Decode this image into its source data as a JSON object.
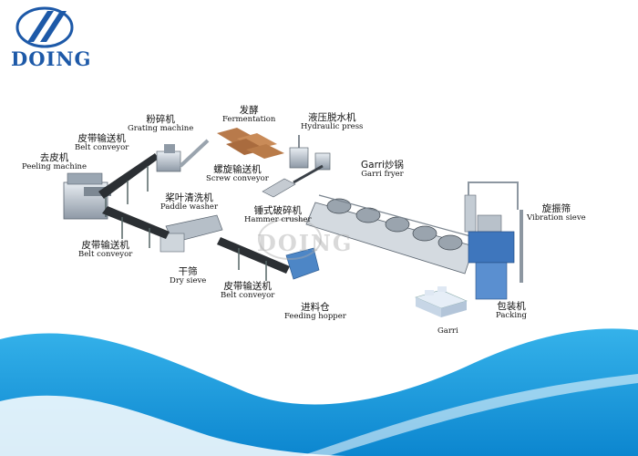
{
  "brand": {
    "name": "DOING",
    "watermark": "DOING",
    "primary_color": "#1d59a8",
    "wave_color": "#1a9ad9"
  },
  "equipment": {
    "peeling_machine": {
      "zh": "去皮机",
      "en": "Peeling machine"
    },
    "belt_conveyor_1": {
      "zh": "皮带输送机",
      "en": "Belt conveyor"
    },
    "grating_machine": {
      "zh": "粉碎机",
      "en": "Grating machine"
    },
    "fermentation": {
      "zh": "发酵",
      "en": "Fermentation"
    },
    "hydraulic_press": {
      "zh": "液压脱水机",
      "en": "Hydraulic press"
    },
    "screw_conveyor": {
      "zh": "螺旋输送机",
      "en": "Screw conveyor"
    },
    "garri_fryer": {
      "zh": "Garri炒锅",
      "en": "Garri fryer"
    },
    "hammer_crusher": {
      "zh": "锤式破碎机",
      "en": "Hammer crusher"
    },
    "paddle_washer": {
      "zh": "桨叶清洗机",
      "en": "Paddle washer"
    },
    "belt_conveyor_2": {
      "zh": "皮带输送机",
      "en": "Belt conveyor"
    },
    "dry_sieve": {
      "zh": "干筛",
      "en": "Dry sieve"
    },
    "belt_conveyor_3": {
      "zh": "皮带输送机",
      "en": "Belt conveyor"
    },
    "feeding_hopper": {
      "zh": "进料仓",
      "en": "Feeding hopper"
    },
    "vibration_sieve": {
      "zh": "旋振筛",
      "en": "Vibration sieve"
    },
    "packing": {
      "zh": "包装机",
      "en": "Packing"
    },
    "garri": {
      "en": "Garri"
    }
  }
}
